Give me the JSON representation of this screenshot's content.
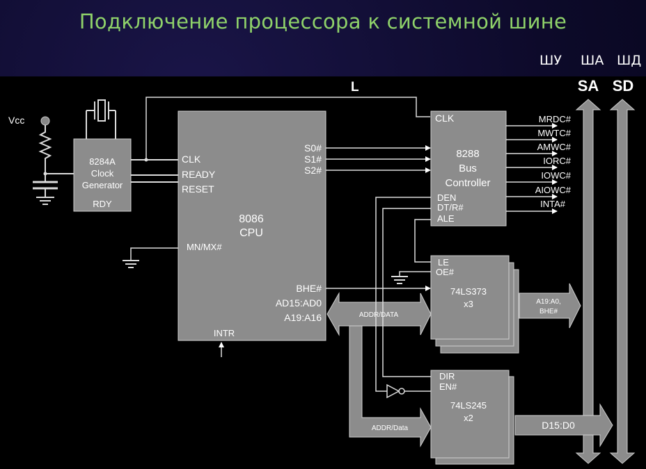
{
  "title": "Подключение процессора  к системной шине",
  "bus_headers": [
    "ШУ",
    "ША",
    "ШД"
  ],
  "vcc": "Vcc",
  "l_label": "L",
  "sa_label": "SA",
  "sd_label": "SD",
  "clock_gen": {
    "line1": "8284A",
    "line2": "Clock",
    "line3": "Generator",
    "rdy": "RDY"
  },
  "cpu": {
    "name1": "8086",
    "name2": "CPU",
    "clk": "CLK",
    "ready": "READY",
    "reset": "RESET",
    "mnmx": "MN/MX#",
    "s0": "S0#",
    "s1": "S1#",
    "s2": "S2#",
    "bhe": "BHE#",
    "ad": "AD15:AD0",
    "a": "A19:A16",
    "intr": "INTR"
  },
  "bus_ctrl": {
    "clk": "CLK",
    "name1": "8288",
    "name2": "Bus",
    "name3": "Controller",
    "den": "DEN",
    "dtr": "DT/R#",
    "ale": "ALE"
  },
  "control_signals": [
    "MRDC#",
    "MWTC#",
    "AMWC#",
    "IORC#",
    "IOWC#",
    "AIOWC#",
    "INTA#"
  ],
  "latch": {
    "le": "LE",
    "oe": "OE#",
    "name": "74LS373",
    "count": "x3"
  },
  "xcvr": {
    "dir": "DIR",
    "en": "EN#",
    "name": "74LS245",
    "count": "x2"
  },
  "addr_data_label": "ADDR/DATA",
  "addr_data_label2": "ADDR/Data",
  "addr_out": [
    "A19:A0,",
    "BHE#"
  ],
  "data_out": "D15:D0"
}
